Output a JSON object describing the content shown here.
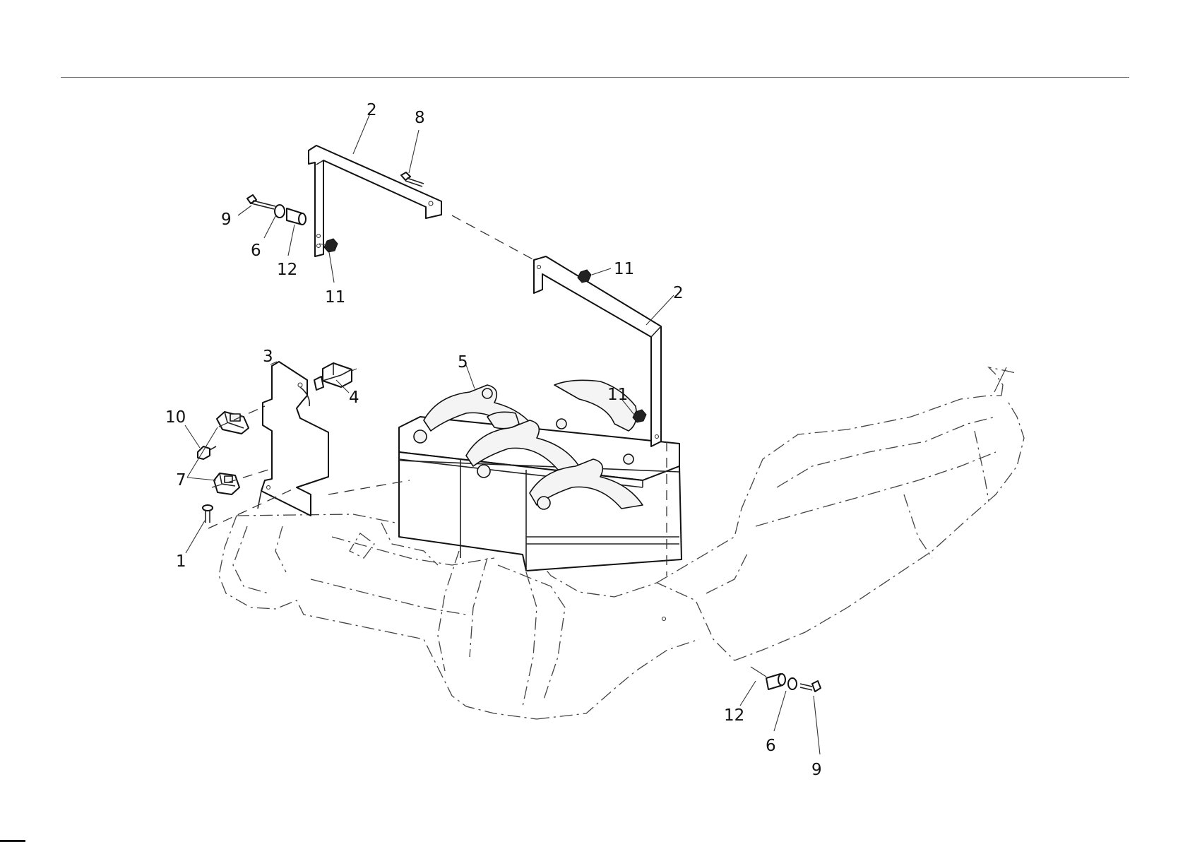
{
  "diagram": {
    "callouts": {
      "c2_top": "2",
      "c8": "8",
      "c9_top": "9",
      "c6_top": "6",
      "c12_top": "12",
      "c11_left": "11",
      "c11_mid": "11",
      "c2_right": "2",
      "c11_right": "11",
      "c3": "3",
      "c4": "4",
      "c5": "5",
      "c10": "10",
      "c7": "7",
      "c1": "1",
      "c12_bottom": "12",
      "c6_bottom": "6",
      "c9_bottom": "9"
    }
  }
}
